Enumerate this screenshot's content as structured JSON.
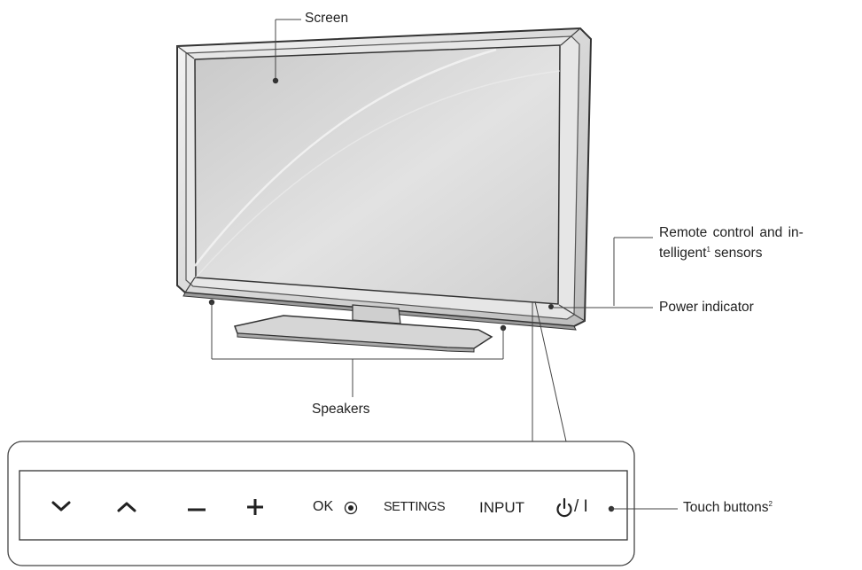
{
  "callouts": {
    "screen": "Screen",
    "remote_line1": "Remote control and in-",
    "remote_line2_pre": "telligent",
    "remote_line2_sup": "1",
    "remote_line2_post": " sensors",
    "power_indicator": "Power indicator",
    "speakers": "Speakers",
    "touch_buttons": "Touch buttons",
    "touch_buttons_sup": "2"
  },
  "touch_panel": {
    "buttons": [
      {
        "id": "down",
        "glyph": "chevron-down-icon"
      },
      {
        "id": "up",
        "glyph": "chevron-up-icon"
      },
      {
        "id": "minus",
        "glyph": "minus-icon"
      },
      {
        "id": "plus",
        "glyph": "plus-icon"
      },
      {
        "id": "ok",
        "label": "OK",
        "glyph": "ok-dot-icon"
      },
      {
        "id": "settings",
        "label": "SETTINGS"
      },
      {
        "id": "input",
        "label": "INPUT"
      },
      {
        "id": "power",
        "label": "/ I",
        "glyph": "power-icon"
      }
    ]
  }
}
